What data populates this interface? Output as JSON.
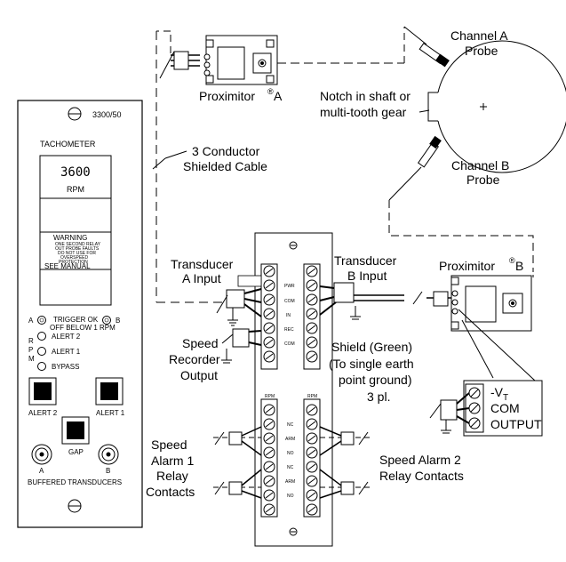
{
  "module": {
    "model": "3300/50",
    "title": "TACHOMETER",
    "display_value": "3600",
    "display_unit": "RPM",
    "warning_title": "WARNING",
    "warning_line1": "ONE SECOND RELAY",
    "warning_line2": "OUT PROBE FAULTS",
    "warning_line3": "DO NOT USE FOR",
    "warning_line4": "OVERSPEED",
    "warning_line5": "PROTECTION",
    "see_manual": "SEE MANUAL",
    "led_a": "A",
    "led_b": "B",
    "trigger_ok": "TRIGGER OK",
    "off_below": "OFF BELOW 1 RPM",
    "rpm_side": [
      "R",
      "P",
      "M"
    ],
    "alert2": "ALERT 2",
    "alert1": "ALERT 1",
    "bypass": "BYPASS",
    "button_alert2": "ALERT 2",
    "button_alert1": "ALERT 1",
    "button_gap": "GAP",
    "conn_a": "A",
    "conn_b": "B",
    "buffered": "BUFFERED TRANSDUCERS"
  },
  "labels": {
    "proximitor_a": "Proximitor",
    "proximitor_a_suffix": "A",
    "proximitor_b": "Proximitor",
    "proximitor_b_suffix": "B",
    "registered": "®",
    "channel_a_1": "Channel A",
    "channel_a_2": "Probe",
    "channel_b_1": "Channel B",
    "channel_b_2": "Probe",
    "notch_1": "Notch in shaft or",
    "notch_2": "multi-tooth gear",
    "cable_1": "3 Conductor",
    "cable_2": "Shielded Cable",
    "transducer_a_1": "Transducer",
    "transducer_a_2": "A Input",
    "transducer_b_1": "Transducer",
    "transducer_b_2": "B Input",
    "speed_rec_1": "Speed",
    "speed_rec_2": "Recorder",
    "speed_rec_3": "Output",
    "shield_1": "Shield (Green)",
    "shield_2": "(To single earth",
    "shield_3": "point ground)",
    "shield_4": "3 pl.",
    "alarm1_1": "Speed",
    "alarm1_2": "Alarm 1",
    "alarm1_3": "Relay",
    "alarm1_4": "Contacts",
    "alarm2_1": "Speed Alarm 2",
    "alarm2_2": "Relay Contacts",
    "vt": "-V",
    "vt_sub": "T",
    "com": "COM",
    "output": "OUTPUT"
  },
  "terminals": {
    "top_labels": [
      "PWR",
      "COM",
      "IN",
      "REC",
      "COM"
    ],
    "rpm_left": "RPM",
    "rpm_right": "RPM",
    "relay_labels": [
      "NC",
      "ARM",
      "NO",
      "NC",
      "ARM",
      "NO"
    ]
  }
}
